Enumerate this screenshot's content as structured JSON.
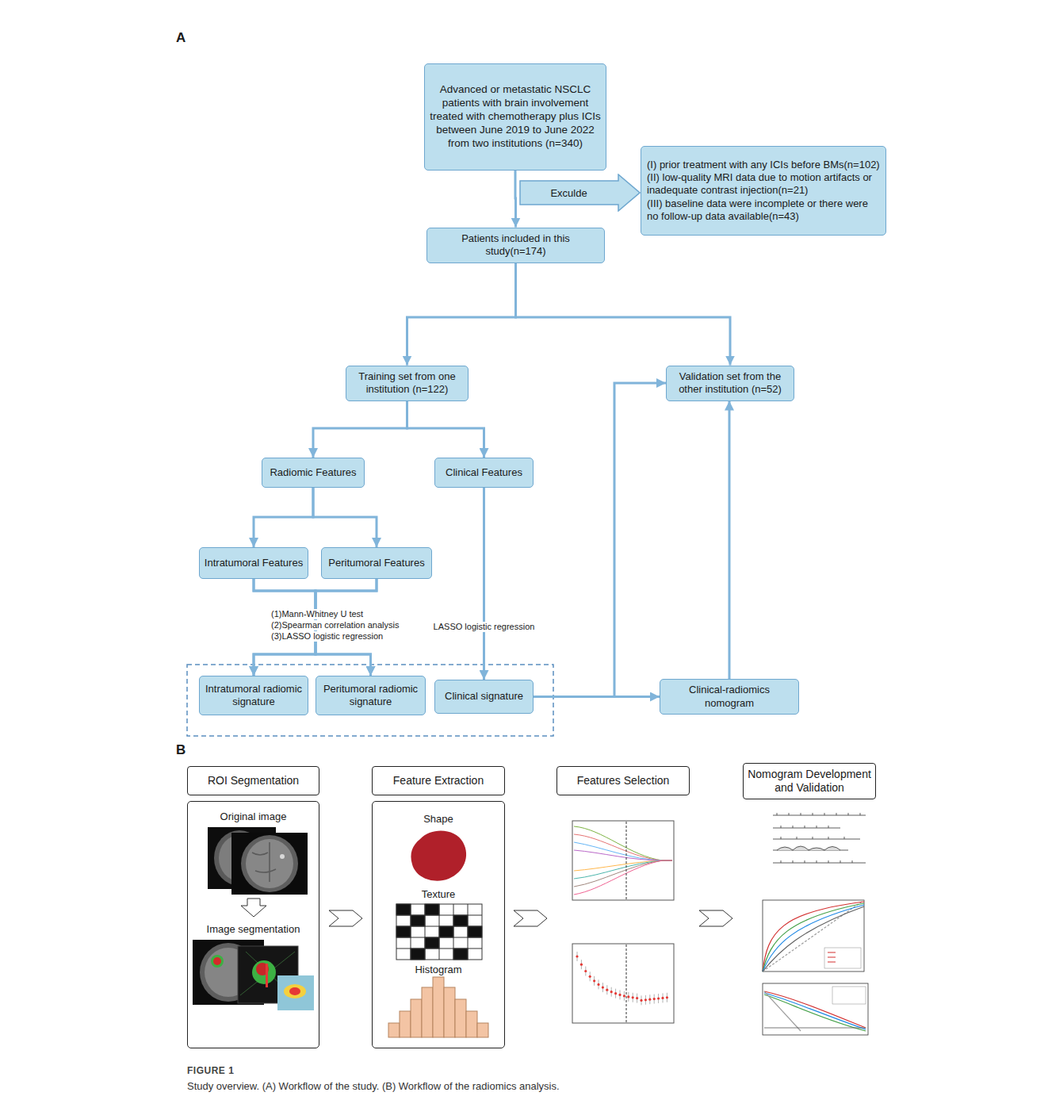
{
  "diagram": {
    "caption": "Study overview. (A) Workflow of the study. (B) Workflow of the radiomics analysis.",
    "nodes": [
      {
        "text": [
          "Advanced or metastatic NSCLC patients with brain involvement treated with chemotherapy plus ICIs between June 2019 to June 2022 from two institutions (n=340)"
        ]
      },
      {
        "text": [
          "(I) prior treatment with any ICIs before BMs(n=102)",
          "(II) low-quality MRI data due to motion artifacts or inadequate contrast injection(n=21)",
          "(III) baseline data were incomplete or there were no follow-up data available(n=43)"
        ]
      },
      {
        "text": [
          "Exculde"
        ]
      },
      {
        "text": [
          "Patients included in this study(n=174)"
        ]
      },
      {
        "text": [
          "Training set from one institution (n=122)"
        ]
      },
      {
        "text": [
          "Validation set from the other institution (n=52)"
        ]
      },
      {
        "text": [
          "Radiomic Features"
        ]
      },
      {
        "text": [
          "Clinical Features"
        ]
      },
      {
        "text": [
          "Intratumoral Features"
        ]
      },
      {
        "text": [
          "Peritumoral Features"
        ]
      },
      {
        "text": [
          "Intratumoral radiomic signature"
        ]
      },
      {
        "text": [
          "Peritumoral radiomic signature"
        ]
      },
      {
        "text": [
          "Clinical signature"
        ]
      },
      {
        "text": [
          "Clinical-radiomics nomogram"
        ]
      },
      {
        "text": [
          "ROI Segmentation"
        ]
      },
      {
        "text": [
          "Original image",
          "Image segmentation"
        ]
      },
      {
        "text": [
          "Feature Extraction"
        ]
      },
      {
        "text": [
          "Shape",
          "Texture",
          "Histogram"
        ]
      },
      {
        "text": [
          "Features Selection"
        ]
      },
      {
        "text": [
          "Nomogram Development and Validation"
        ]
      }
    ],
    "edges": [
      {
        "from": 0,
        "to": 3,
        "arrow": "to"
      },
      {
        "from": 3,
        "to": 4,
        "arrow": "to"
      },
      {
        "from": 3,
        "to": 5,
        "arrow": "to"
      },
      {
        "from": 4,
        "to": 6,
        "arrow": "to"
      },
      {
        "from": 4,
        "to": 7,
        "arrow": "to"
      },
      {
        "from": 6,
        "to": 8,
        "arrow": "to"
      },
      {
        "from": 6,
        "to": 9,
        "arrow": "to"
      },
      {
        "from": 8,
        "to": 10,
        "arrow": "to"
      },
      {
        "from": 8,
        "to": 11,
        "arrow": "to"
      },
      {
        "from": 9,
        "to": 10,
        "arrow": "to"
      },
      {
        "from": 9,
        "to": 11,
        "arrow": "to"
      },
      {
        "from": 7,
        "to": 12,
        "label": "LASSO logistic regression",
        "arrow": "to"
      },
      {
        "from": 12,
        "to": 5,
        "arrow": "to"
      },
      {
        "from": 12,
        "to": 13,
        "arrow": "to"
      },
      {
        "from": 13,
        "to": 5,
        "arrow": "to"
      }
    ],
    "labels": [
      "A",
      "(1)Mann-Whitney U test",
      "(2)Spearman correlation analysis",
      "(3)LASSO logistic regression",
      "B",
      "FIGURE 1"
    ]
  }
}
